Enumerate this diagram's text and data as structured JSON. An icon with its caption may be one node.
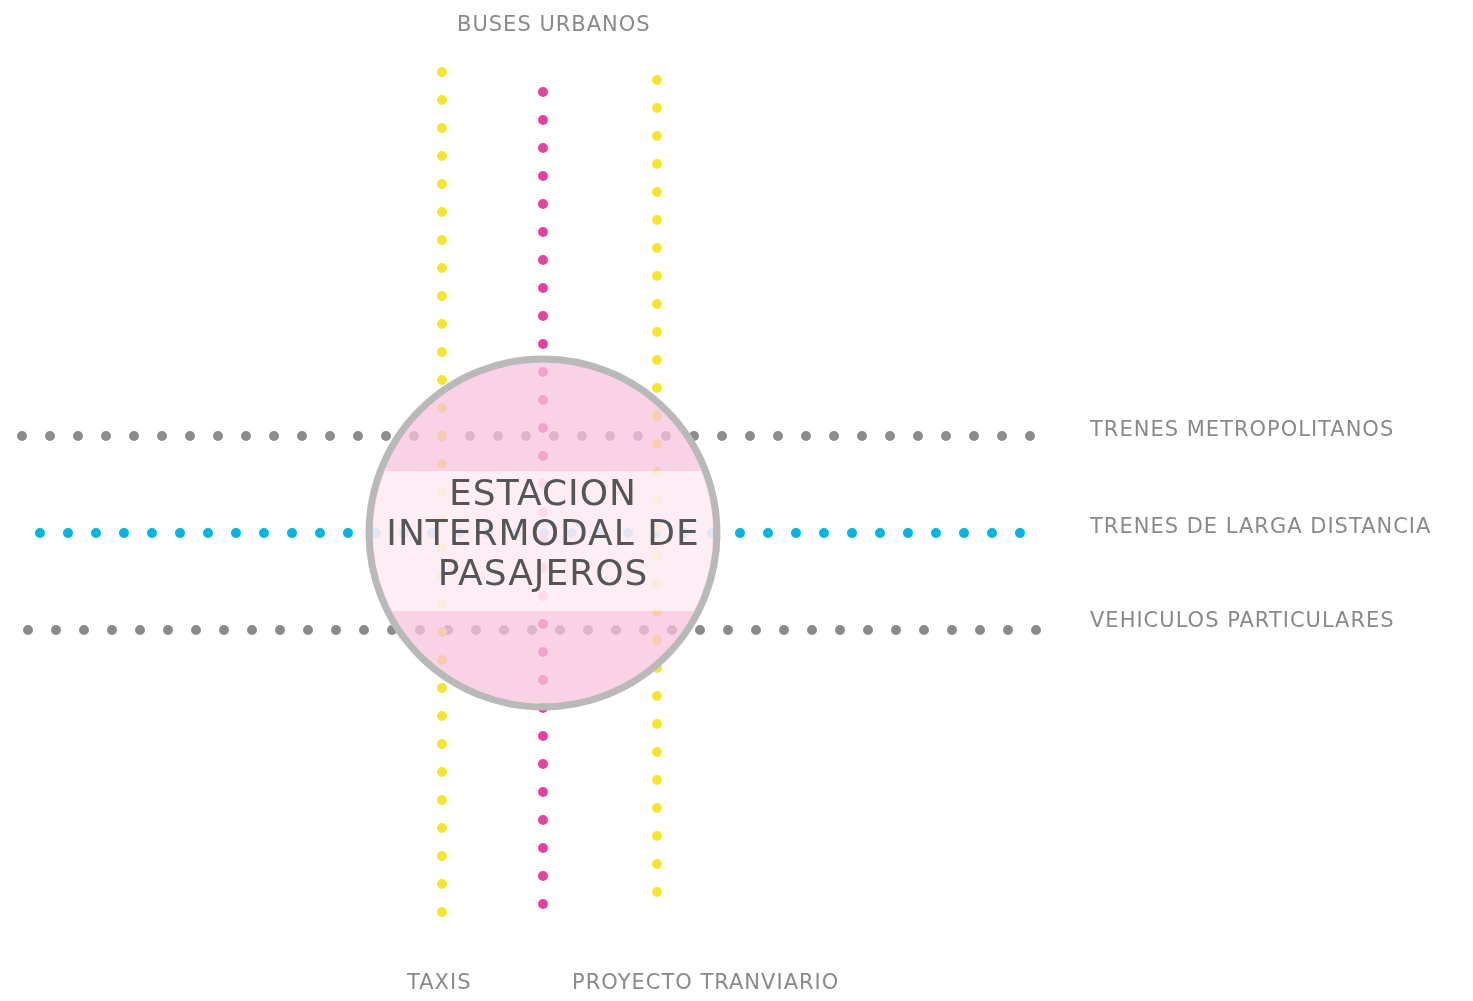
{
  "diagram": {
    "nodes": [
      {
        "text": [
          "ESTACION INTERMODAL DE PASAJEROS"
        ]
      }
    ],
    "labels": [
      "BUSES URBANOS",
      "TRENES METROPOLITANOS",
      "TRENES DE LARGA DISTANCIA",
      "VEHICULOS PARTICULARES",
      "TAXIS",
      "PROYECTO TRANVIARIO"
    ]
  }
}
